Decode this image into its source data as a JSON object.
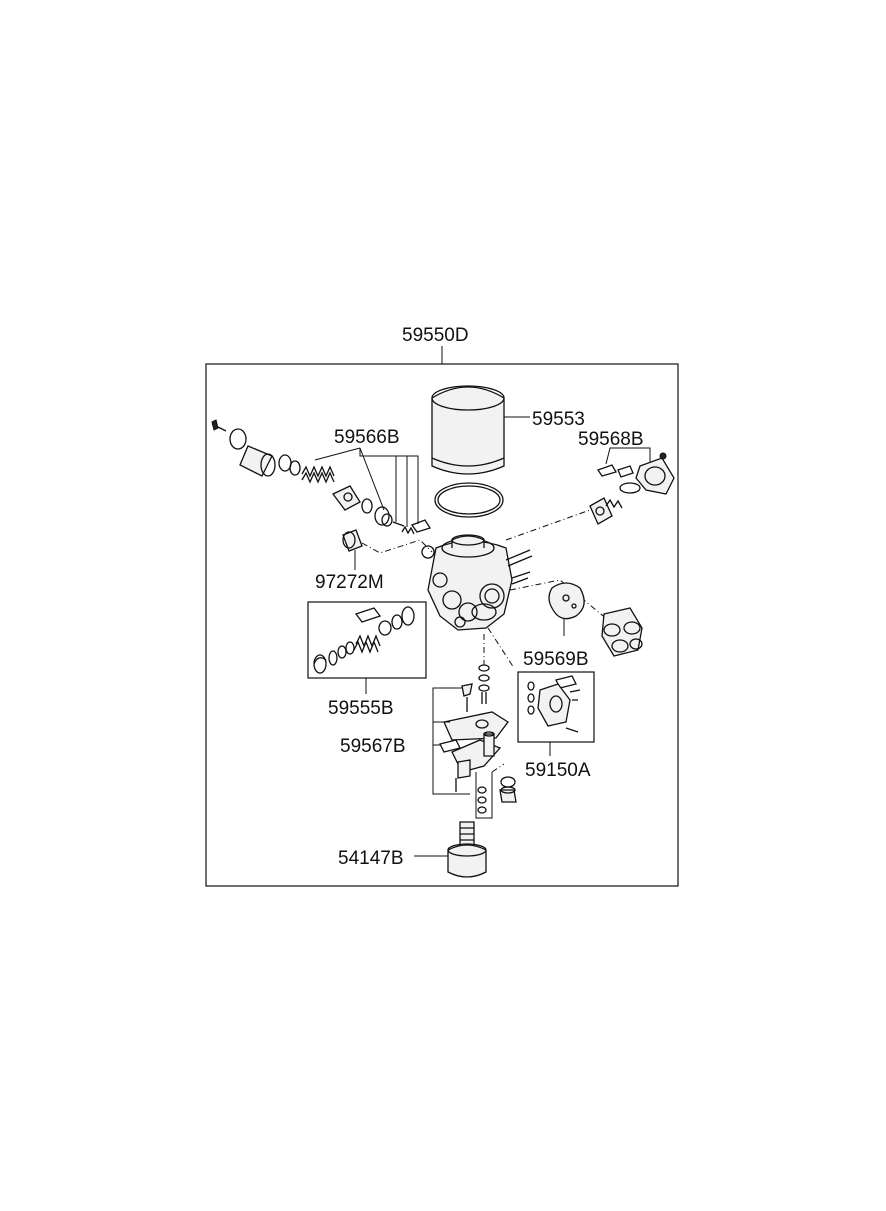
{
  "labels": {
    "assembly": "59550D",
    "cartridge": "59553",
    "valve_kit_left": "59566B",
    "valve_kit_right": "59568B",
    "fitting": "97272M",
    "gasket_kit": "59569B",
    "piston_kit": "59555B",
    "heater_kit": "59567B",
    "cover_kit": "59150A",
    "muffler": "54147B"
  }
}
